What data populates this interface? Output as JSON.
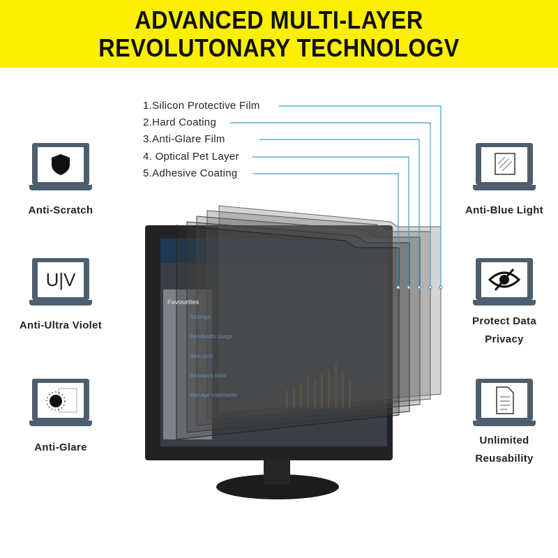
{
  "banner": {
    "line1": "ADVANCED MULTI-LAYER",
    "line2": "REVOLUTONARY TECHNOLOGV"
  },
  "layers": [
    "1.Silicon Protective Film",
    "2.Hard Coating",
    "3.Anti-Glare Film",
    "4. Optical Pet Layer",
    "5.Adhesive Coating"
  ],
  "features_left": [
    {
      "label": "Anti-Scratch",
      "icon": "shield-icon"
    },
    {
      "label": "Anti-Ultra Violet",
      "icon": "uv-icon",
      "icon_text": "U|V"
    },
    {
      "label": "Anti-Glare",
      "icon": "glare-icon"
    }
  ],
  "features_right": [
    {
      "label": "Anti-Blue Light",
      "icon": "blue-light-icon"
    },
    {
      "label": "Protect Data Privacy",
      "icon": "eye-slash-icon"
    },
    {
      "label": "Unlimited Reusability",
      "icon": "document-icon"
    }
  ],
  "screen": {
    "sidebar_title": "Favourites",
    "items": [
      "Settings",
      "Bandwidth usage",
      "New post",
      "Browsers stats",
      "Manage comments"
    ]
  },
  "colors": {
    "banner": "#fcf000",
    "icon": "#4d5e6f",
    "callout": "#3aa0c8"
  }
}
